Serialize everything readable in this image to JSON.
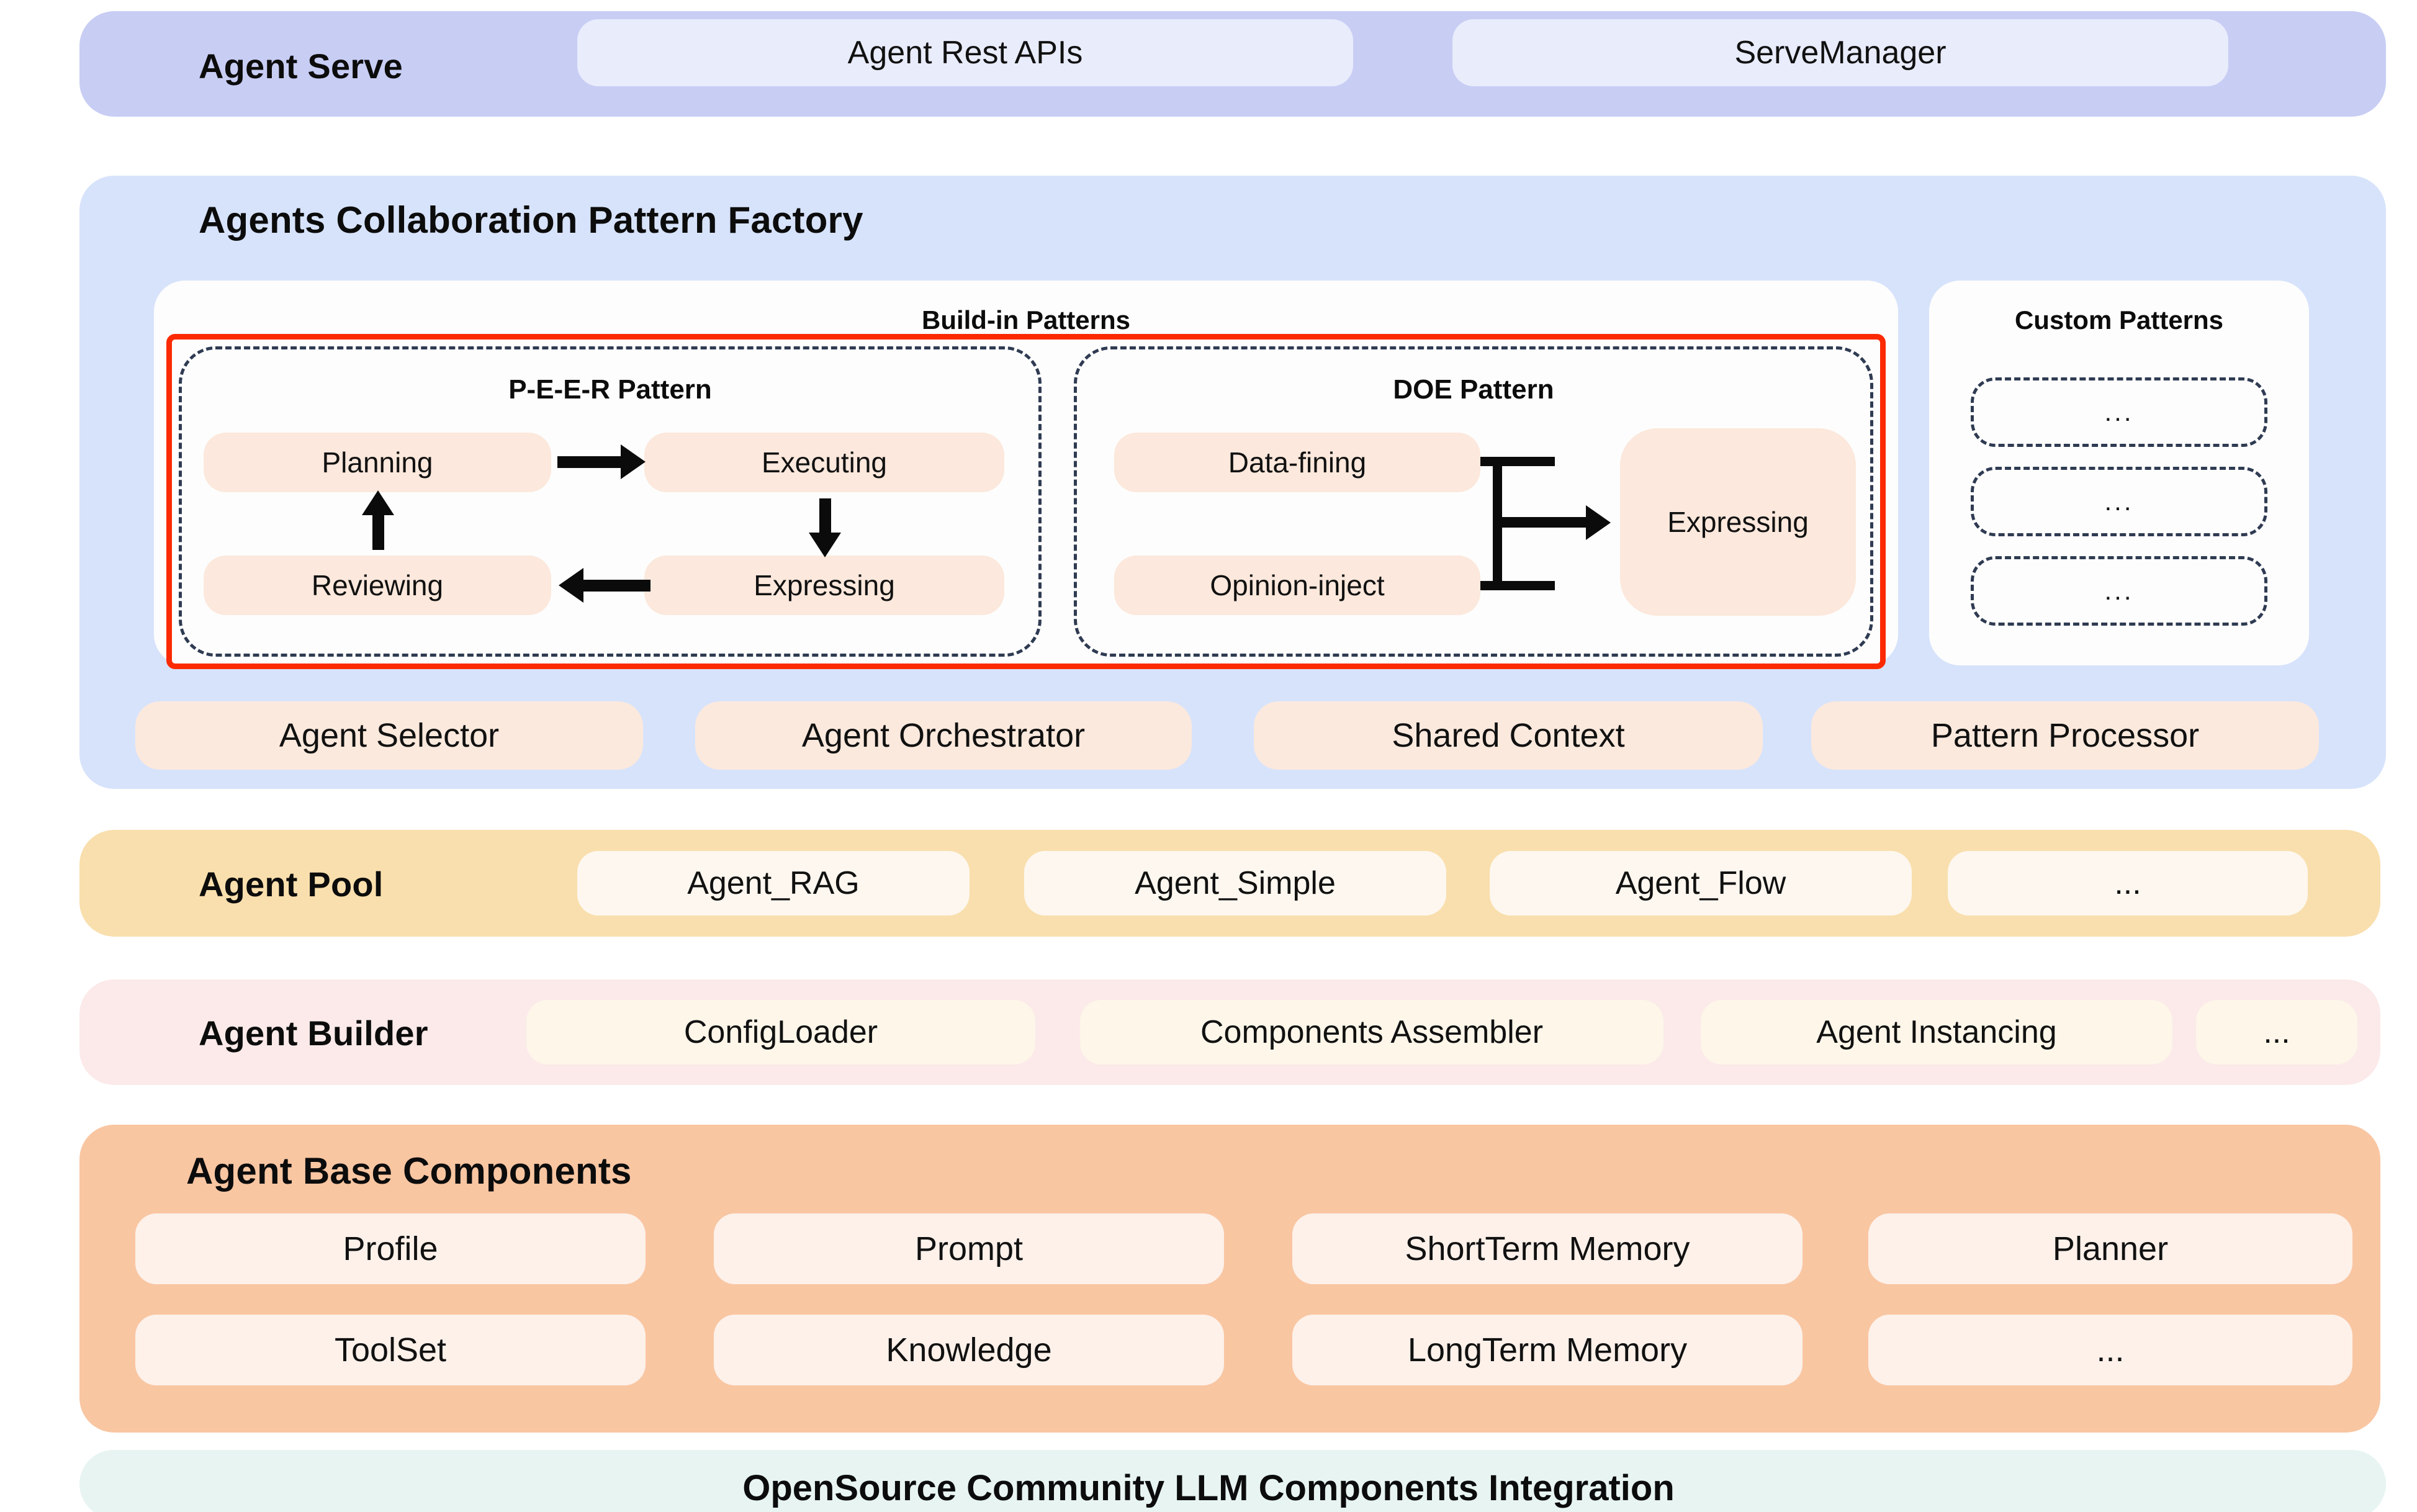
{
  "serve": {
    "title": "Agent Serve",
    "items": [
      {
        "label": "Agent Rest APIs"
      },
      {
        "label": "ServeManager"
      }
    ]
  },
  "factory": {
    "title": "Agents Collaboration Pattern Factory",
    "builtin_caption": "Build-in Patterns",
    "custom_caption": "Custom Patterns",
    "peer": {
      "title": "P-E-E-R Pattern",
      "nodes": [
        {
          "label": "Planning"
        },
        {
          "label": "Executing"
        },
        {
          "label": "Reviewing"
        },
        {
          "label": "Expressing"
        }
      ]
    },
    "doe": {
      "title": "DOE Pattern",
      "nodes": [
        {
          "label": "Data-fining"
        },
        {
          "label": "Opinion-inject"
        },
        {
          "label": "Expressing"
        }
      ]
    },
    "custom_items": [
      {
        "label": "..."
      },
      {
        "label": "..."
      },
      {
        "label": "..."
      }
    ],
    "services": [
      {
        "label": "Agent Selector"
      },
      {
        "label": "Agent Orchestrator"
      },
      {
        "label": "Shared Context"
      },
      {
        "label": "Pattern Processor"
      }
    ]
  },
  "pool": {
    "title": "Agent Pool",
    "items": [
      {
        "label": "Agent_RAG"
      },
      {
        "label": "Agent_Simple"
      },
      {
        "label": "Agent_Flow"
      },
      {
        "label": "..."
      }
    ]
  },
  "builder": {
    "title": "Agent Builder",
    "items": [
      {
        "label": "ConfigLoader"
      },
      {
        "label": "Components Assembler"
      },
      {
        "label": "Agent Instancing"
      },
      {
        "label": "..."
      }
    ]
  },
  "base": {
    "title": "Agent Base Components",
    "row1": [
      {
        "label": "Profile"
      },
      {
        "label": "Prompt"
      },
      {
        "label": "ShortTerm Memory"
      },
      {
        "label": "Planner"
      }
    ],
    "row2": [
      {
        "label": "ToolSet"
      },
      {
        "label": "Knowledge"
      },
      {
        "label": "LongTerm Memory"
      },
      {
        "label": "..."
      }
    ]
  },
  "opensource": {
    "title": "OpenSource Community LLM Components Integration"
  },
  "colors": {
    "serve_band": "#c8cdf4",
    "serve_pill": "#e9ecfb",
    "factory_band": "#d7e3fb",
    "panel": "#fdfdfd",
    "node_pill": "#fce8dc",
    "highlight_border": "#fc2a00",
    "dashed_border": "#2f3b52",
    "pool_band": "#f9dfad",
    "pool_pill": "#fdf7ef",
    "builder_band": "#fbeae9",
    "builder_pill": "#fdf6e9",
    "base_band": "#f9c6a2",
    "base_pill": "#fdf1ea",
    "oss_band": "#e7f4f2",
    "arrow": "#0b0b0b"
  }
}
